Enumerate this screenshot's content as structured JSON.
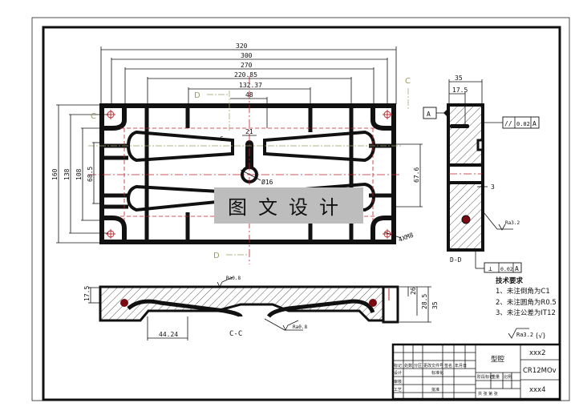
{
  "plan_view": {
    "dims_horizontal": [
      "320",
      "300",
      "270",
      "220.85",
      "132.37",
      "48",
      "21"
    ],
    "dims_vertical": [
      "160",
      "138",
      "108",
      "68.5",
      "67.6"
    ],
    "hole_note": "Ø16",
    "bolt_note": "4XM8",
    "slot_dim": "6"
  },
  "section_labels": {
    "c": "C",
    "d": "D"
  },
  "side_view": {
    "width_dim": "35",
    "depth_dim": "17.5",
    "step_dim": "3",
    "datum": "A",
    "flatness": {
      "symbol": "//",
      "value": "0.02",
      "datum": "A"
    },
    "roughness": "Ra3.2"
  },
  "section_cc": {
    "title": "C-C",
    "dims": [
      "17.5",
      "44.24",
      "26",
      "28.5",
      "35"
    ],
    "roughness_top": "Ra0.8",
    "roughness_bottom": "Ra0.8"
  },
  "section_dd": {
    "title": "D-D",
    "perpendicularity": {
      "symbol": "⊥",
      "value": "0.02",
      "datum": "A"
    }
  },
  "tech_requirements": {
    "title": "技术要求",
    "items": [
      "1、未注倒角为C1",
      "2、未注圆角为R0.5",
      "3、未注公差为IT12"
    ]
  },
  "general_roughness": {
    "value": "Ra3.2",
    "suffix": "(√)"
  },
  "title_block": {
    "part_name": "型腔",
    "drawing_no": "xxx2",
    "material": "CR12MOv",
    "company": "xxx4",
    "headers": [
      "标记",
      "处数",
      "分区",
      "更改文件号",
      "签名",
      "年月日"
    ],
    "rows": [
      "设计",
      "标准化",
      "审核",
      "工艺",
      "批准"
    ],
    "stage": "阶段标记",
    "weight": "重量",
    "scale": "比例",
    "sheets": "共 张 第 张"
  },
  "watermark": "图文设计"
}
